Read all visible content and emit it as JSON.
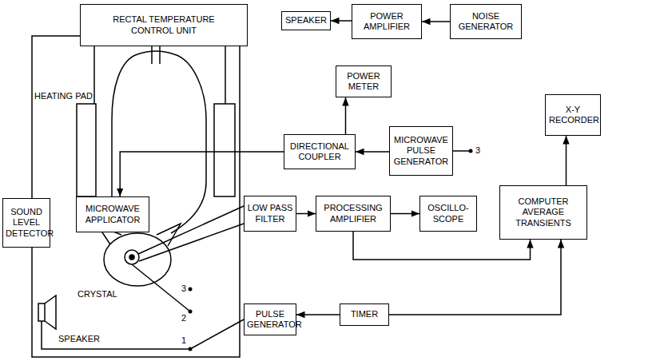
{
  "diagram": {
    "nodes": [
      {
        "text": [
          "RECTAL TEMPERATURE CONTROL UNIT"
        ]
      },
      {
        "text": [
          "SPEAKER"
        ]
      },
      {
        "text": [
          "POWER AMPLIFIER"
        ]
      },
      {
        "text": [
          "NOISE GENERATOR"
        ]
      },
      {
        "text": [
          "POWER METER"
        ]
      },
      {
        "text": [
          "DIRECTIONAL COUPLER"
        ]
      },
      {
        "text": [
          "MICROWAVE PULSE GENERATOR"
        ]
      },
      {
        "text": [
          "X-Y RECORDER"
        ]
      },
      {
        "text": [
          "SOUND LEVEL DETECTOR"
        ]
      },
      {
        "text": [
          "MICROWAVE APPLICATOR"
        ]
      },
      {
        "text": [
          "LOW PASS FILTER"
        ]
      },
      {
        "text": [
          "PROCESSING AMPLIFIER"
        ]
      },
      {
        "text": [
          "OSCILLO-SCOPE"
        ]
      },
      {
        "text": [
          "COMPUTER AVERAGE TRANSIENTS"
        ]
      },
      {
        "text": [
          "PULSE GENERATOR"
        ]
      },
      {
        "text": [
          "TIMER"
        ]
      }
    ],
    "edges": [
      {
        "from": 3,
        "to": 2,
        "arrow": "to"
      },
      {
        "from": 2,
        "to": 1,
        "arrow": "to"
      },
      {
        "from": 6,
        "to": 5,
        "arrow": "to"
      },
      {
        "from": 5,
        "to": 4,
        "arrow": "to"
      },
      {
        "from": 5,
        "to": 9,
        "arrow": "to"
      },
      {
        "from": 10,
        "to": 11,
        "arrow": "to"
      },
      {
        "from": 11,
        "to": 12,
        "arrow": "to"
      },
      {
        "from": 11,
        "to": 13,
        "arrow": "to"
      },
      {
        "from": 13,
        "to": 7,
        "arrow": "to"
      },
      {
        "from": 15,
        "to": 14,
        "arrow": "to"
      },
      {
        "from": 15,
        "to": 13,
        "arrow": "to"
      }
    ],
    "labels": [
      "HEATING PAD",
      "3",
      "CRYSTAL",
      "3",
      "2",
      "1",
      "SPEAKER"
    ]
  }
}
